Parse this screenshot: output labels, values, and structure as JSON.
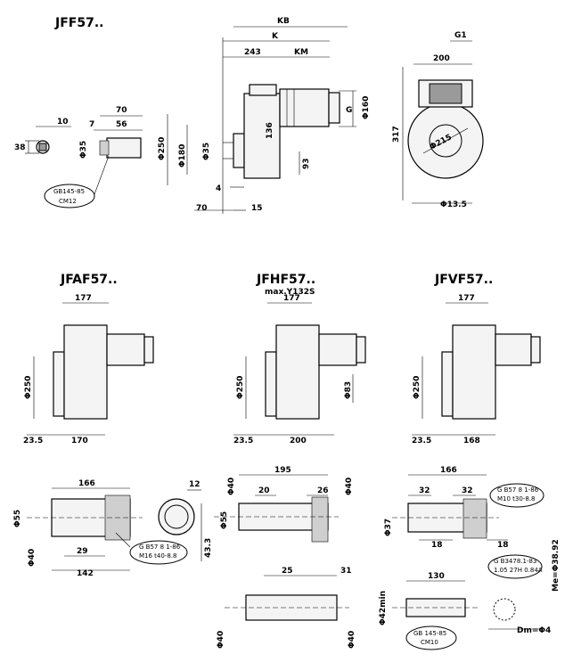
{
  "sections": {
    "jff": {
      "title": "JFF57..",
      "callout": "GB145-85|CM12"
    },
    "jfaf": {
      "title": "JFAF57.."
    },
    "jfhf": {
      "title": "JFHF57..",
      "subtitle": "max.Y132S"
    },
    "jfvf": {
      "title": "JFVF57.."
    }
  },
  "callouts": {
    "jfaf_key": "G B57 8 1-86|M16 t40-8.8",
    "jfvf_key": "G B57 8 1-86|M10 t30-8.8",
    "jfvf_screw": "G B3478.1-83|1.05 27H 0.84A",
    "jfvf_cap": "GB 145-85|CM10"
  },
  "dims": {
    "kb": "KB",
    "k": "K",
    "d243": "243",
    "km": "KM",
    "g": "G",
    "phi160": "Φ160",
    "g1": "G1",
    "d200top": "200",
    "d317": "317",
    "phi215": "Φ215",
    "phi13_5": "Φ13.5",
    "d10": "10",
    "d7": "7",
    "d70a": "70",
    "d56": "56",
    "d38": "38",
    "phi35a": "Φ35",
    "phi250a": "Φ250",
    "phi180": "Φ180",
    "phi35b": "Φ35",
    "d136": "136",
    "d93": "93",
    "d4": "4",
    "d70b": "70",
    "d15": "15",
    "d177a": "177",
    "phi250b": "Φ250",
    "d23_5a": "23.5",
    "d170": "170",
    "d177b": "177",
    "phi250c": "Φ250",
    "phi83": "Φ83",
    "d23_5b": "23.5",
    "d200b": "200",
    "d177c": "177",
    "phi250d": "Φ250",
    "d23_5c": "23.5",
    "d168": "168",
    "d166a": "166",
    "phi55a": "Φ55",
    "phi40a": "Φ40",
    "d29": "29",
    "d142": "142",
    "d12": "12",
    "d43_3": "43.3",
    "d195": "195",
    "d20": "20",
    "d26": "26",
    "phi40b": "Φ40",
    "phi40c": "Φ40",
    "phi55b": "Φ55",
    "d25": "25",
    "d31": "31",
    "phi40d": "Φ40",
    "phi40e": "Φ40",
    "d166b": "166",
    "d32a": "32",
    "d32b": "32",
    "phi37": "Φ37",
    "d18a": "18",
    "d18b": "18",
    "me": "Me=Φ38.92",
    "d130": "130",
    "phi42": "Φ42min",
    "dm": "Dm=Φ4"
  }
}
